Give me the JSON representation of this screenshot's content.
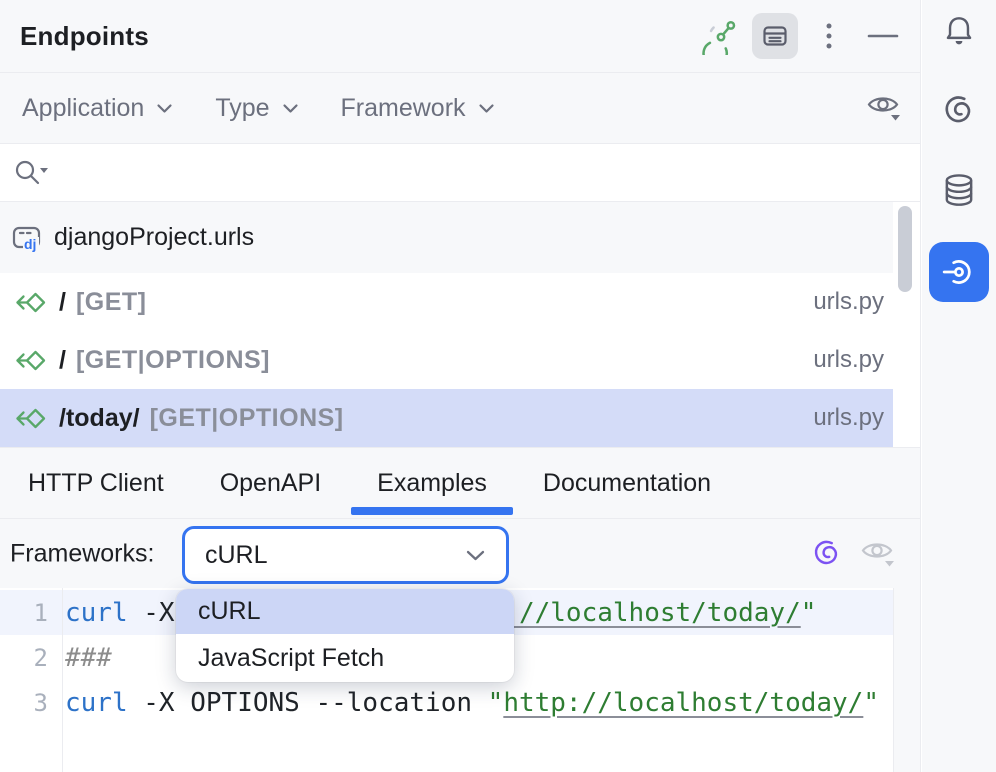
{
  "colors": {
    "accent_blue": "#3574f0",
    "row_selection": "#d4dcf8",
    "popup_highlight": "#ccd6f6",
    "panel_bg": "#f7f8fa",
    "border": "#ebecf0",
    "icon_gray": "#6c707e",
    "endpoint_green": "#59a869",
    "ai_purple": "#7c52f2",
    "code_keyword": "#2d72c8",
    "code_string": "#2e7d32",
    "code_comment": "#8c8c8c"
  },
  "header": {
    "title": "Endpoints",
    "icons": {
      "tracker": "endpoints-status-icon",
      "view_toggle": "details-view-icon",
      "menu": "kebab-menu-icon",
      "hide": "hide-icon"
    }
  },
  "filters": {
    "application_label": "Application",
    "type_label": "Type",
    "framework_label": "Framework",
    "visibility_icon": "eye-icon"
  },
  "search": {
    "value": "",
    "placeholder": ""
  },
  "endpoint_list": {
    "group_label": "djangoProject.urls",
    "rows": [
      {
        "path": "/",
        "methods": "[GET]",
        "file": "urls.py",
        "selected": false
      },
      {
        "path": "/",
        "methods": "[GET|OPTIONS]",
        "file": "urls.py",
        "selected": false
      },
      {
        "path": "/today/",
        "methods": "[GET|OPTIONS]",
        "file": "urls.py",
        "selected": true
      }
    ]
  },
  "tabs": {
    "items": [
      {
        "label": "HTTP Client",
        "active": false
      },
      {
        "label": "OpenAPI",
        "active": false
      },
      {
        "label": "Examples",
        "active": true
      },
      {
        "label": "Documentation",
        "active": false
      }
    ]
  },
  "frameworks": {
    "label": "Frameworks:",
    "selected": "cURL",
    "dropdown": {
      "options": [
        {
          "label": "cURL",
          "highlighted": true
        },
        {
          "label": "JavaScript Fetch",
          "highlighted": false
        }
      ]
    }
  },
  "code": {
    "lines": [
      {
        "number": "1",
        "tokens": [
          {
            "text": "curl",
            "type": "keyword"
          },
          {
            "text": " -X GET --location ",
            "type": "plain"
          },
          {
            "text": "\"",
            "type": "string"
          },
          {
            "text": "http://localhost/today/",
            "type": "url"
          },
          {
            "text": "\"",
            "type": "string"
          }
        ],
        "caret_line": true
      },
      {
        "number": "2",
        "tokens": [
          {
            "text": "###",
            "type": "comment"
          }
        ],
        "caret_line": false
      },
      {
        "number": "3",
        "tokens": [
          {
            "text": "curl",
            "type": "keyword"
          },
          {
            "text": " -X OPTIONS --location ",
            "type": "plain"
          },
          {
            "text": "\"",
            "type": "string"
          },
          {
            "text": "http://localhost/today/",
            "type": "url"
          },
          {
            "text": "\"",
            "type": "string"
          }
        ],
        "caret_line": false
      }
    ]
  },
  "right_toolbar": {
    "icons": [
      {
        "name": "notifications-bell-icon",
        "active": false
      },
      {
        "name": "ai-assistant-icon",
        "active": false
      },
      {
        "name": "database-icon",
        "active": false
      },
      {
        "name": "endpoints-tool-icon",
        "active": true
      }
    ]
  }
}
